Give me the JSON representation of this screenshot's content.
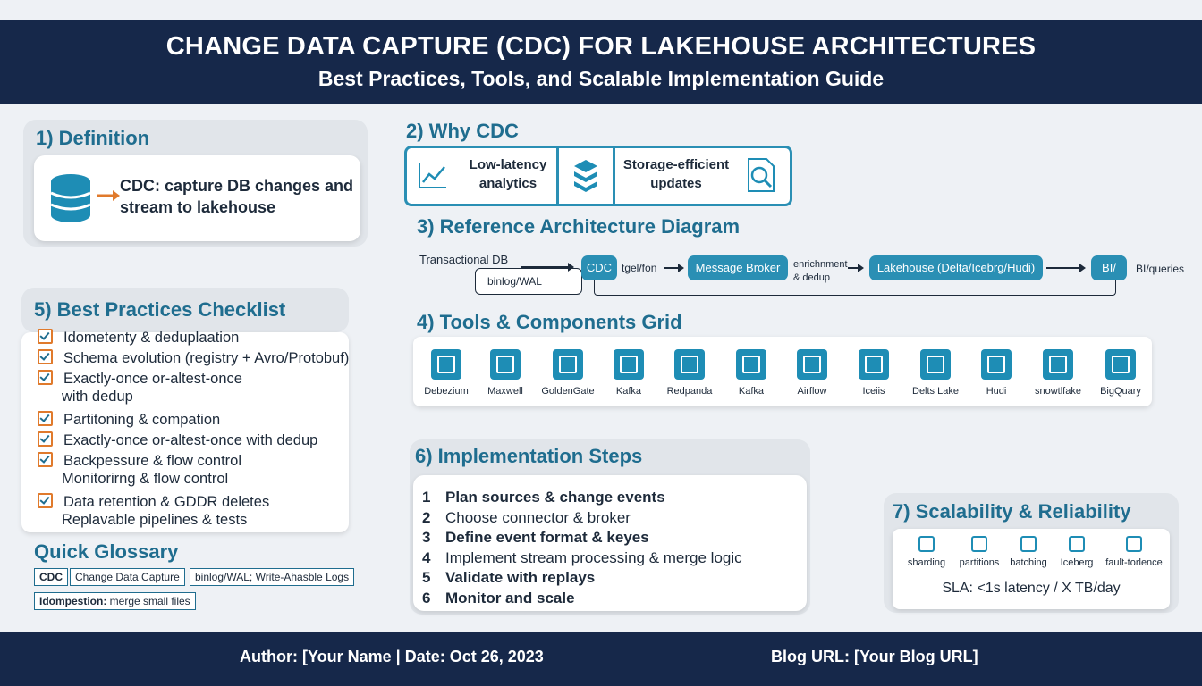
{
  "header": {
    "title": "CHANGE DATA CAPTURE (CDC) FOR LAKEHOUSE ARCHITECTURES",
    "subtitle": "Best Practices, Tools, and Scalable Implementation Guide"
  },
  "definition": {
    "title": "1) Definition",
    "text_line1": "CDC: capture DB changes and",
    "text_line2": "stream to lakehouse",
    "icon": "database-icon"
  },
  "why": {
    "title": "2) Why CDC",
    "item1_line1": "Low-latency",
    "item1_line2": "analytics",
    "item2_line1": "Storage-efficient",
    "item2_line2": "updates"
  },
  "architecture": {
    "title": "3) Reference Architecture Diagram",
    "source": "Transactional DB",
    "source_sub": "binlog/WAL",
    "cdc": "CDC",
    "label_after_cdc": "tgel/fon",
    "broker": "Message Broker",
    "enrich_line1": "enrichnment",
    "enrich_line2": "& dedup",
    "lakehouse": "Lakehouse (Delta/Icebrg/Hudi)",
    "bi": "BI/",
    "bi_label": "BI/queries"
  },
  "tools": {
    "title": "4) Tools & Components Grid",
    "items": [
      "Debezium",
      "Maxwell",
      "GoldenGate",
      "Kafka",
      "Redpanda",
      "Kafka",
      "Airflow",
      "Iceiis",
      "Delts Lake",
      "Hudi",
      "snowtlfake",
      "BigQuary"
    ]
  },
  "checklist": {
    "title": "5) Best Practices Checklist",
    "items": [
      {
        "text": "Idometenty & deduplaation",
        "checked": true
      },
      {
        "text": "Schema evolution (registry + Avro/Protobuf)",
        "checked": true
      },
      {
        "text": "Exactly-once or-altest-once",
        "checked": true
      },
      {
        "text": "with dedup",
        "checked": false
      },
      {
        "text": "Partitoning & compation",
        "checked": true
      },
      {
        "text": "Exactly-once or-altest-once with dedup",
        "checked": true
      },
      {
        "text": "Backpessure & flow control",
        "checked": true
      },
      {
        "text": "Monitorirng & flow control",
        "checked": false
      },
      {
        "text": "Data retention & GDDR deletes",
        "checked": true
      },
      {
        "text": "Replavable pipelines & tests",
        "checked": false
      }
    ]
  },
  "glossary": {
    "title": "Quick Glossary",
    "t1": "CDC",
    "t2": "Change Data Capture",
    "t3": "binlog/WAL; Write-Ahasble Logs",
    "t4_bold": "Idompestion:",
    "t4_rest": " merge small files"
  },
  "steps": {
    "title": "6) Implementation Steps",
    "items": [
      {
        "num": "1",
        "text": "Plan sources & change events"
      },
      {
        "num": "2",
        "text": "Choose connector & broker"
      },
      {
        "num": "3",
        "text": "Define event format & keyes"
      },
      {
        "num": "4",
        "text": "Implement stream processing & merge logic"
      },
      {
        "num": "5",
        "text": "Validate with replays"
      },
      {
        "num": "6",
        "text": "Monitor and scale"
      }
    ]
  },
  "scalability": {
    "title": "7) Scalability & Reliability",
    "items": [
      "sharding",
      "partitions",
      "batching",
      "Iceberg",
      "fault-torlence"
    ],
    "sla": "SLA: <1s latency / X TB/day"
  },
  "footer": {
    "author": "Author: [Your Name | Date: Oct 26, 2023",
    "blog": "Blog URL: [Your Blog URL]"
  }
}
